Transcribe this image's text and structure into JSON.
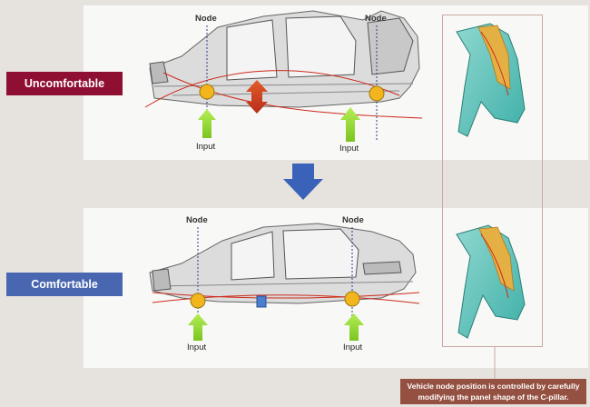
{
  "labels": {
    "uncomfortable": "Uncomfortable",
    "comfortable": "Comfortable",
    "node": "Node",
    "input": "Input"
  },
  "caption": {
    "line1": "Vehicle node position is controlled by carefully",
    "line2": "modifying the panel shape of the C-pillar."
  },
  "colors": {
    "uncomfortable_tag": "#8f0f32",
    "comfortable_tag": "#4966b0",
    "node_marker": "#f2b51e",
    "input_arrow": "#8ed630",
    "mode_curve": "#cc2a1a",
    "down_arrow": "#3a62b8",
    "caption_bg": "#945040"
  }
}
